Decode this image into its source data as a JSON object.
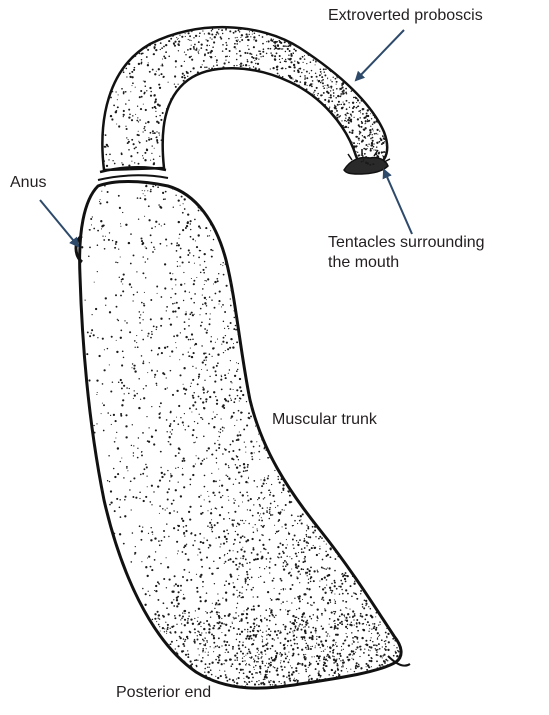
{
  "diagram": {
    "labels": {
      "proboscis": "Extroverted proboscis",
      "anus": "Anus",
      "tentacles_line1": "Tentacles surrounding",
      "tentacles_line2": "the mouth",
      "trunk": "Muscular trunk",
      "posterior": "Posterior end"
    },
    "colors": {
      "text": "#231f20",
      "arrow": "#2e4a6b",
      "outline": "#111111",
      "stipple": "#1a1a1a"
    }
  }
}
